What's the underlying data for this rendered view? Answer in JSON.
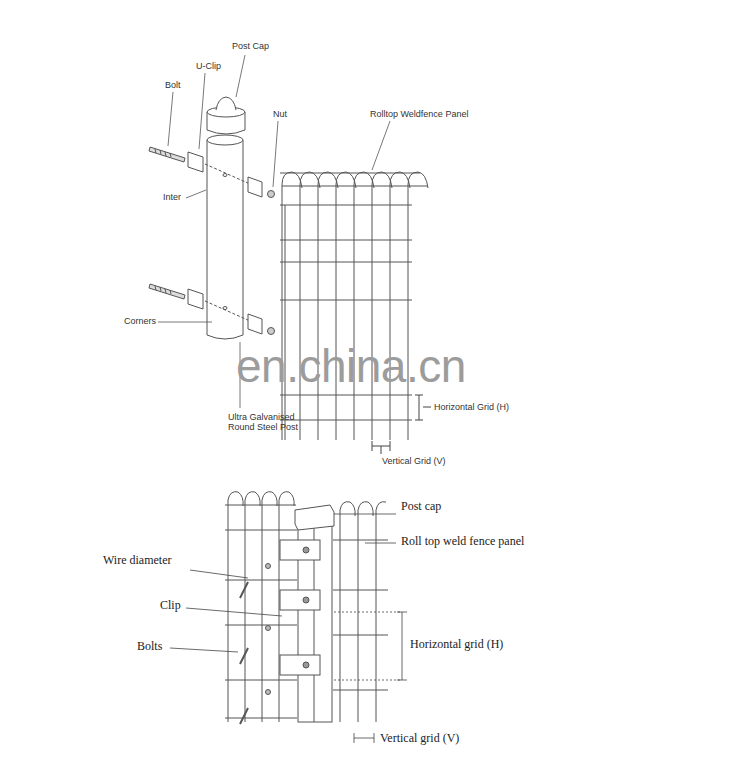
{
  "diagram": {
    "labels": [
      "Post Cap",
      "U-Clip",
      "Bolt",
      "Nut",
      "Rolltop Weldfence Panel",
      "Inter",
      "Corners",
      "en.china.cn",
      "Ultra Galvanised Round Steel Post",
      "Horizontal Grid (H)",
      "Vertical Grid (V)",
      "Post cap",
      "Roll top weld fence panel",
      "Wire diameter",
      "Clip",
      "Bolts",
      "Horizontal grid (H)",
      "Vertical grid (V)"
    ]
  }
}
